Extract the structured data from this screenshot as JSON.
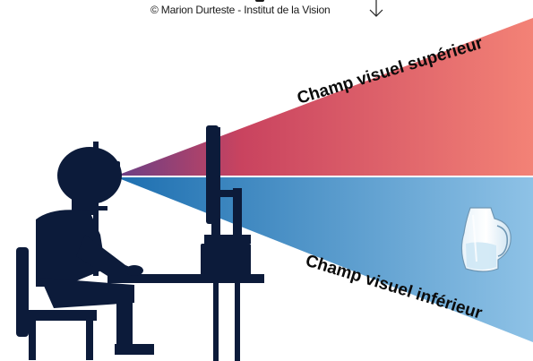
{
  "credit": "© Marion Durteste - Institut de la Vision",
  "labels": {
    "upper_field": "Champ visuel supérieur",
    "lower_field": "Champ visuel inférieur"
  },
  "icons": {
    "arrow": "arrow-down-icon",
    "person": "seated-person-silhouette",
    "monitor": "computer-monitor-icon",
    "pitcher": "water-pitcher-icon"
  },
  "colors": {
    "upper_field_start": "#6a3f86",
    "upper_field_mid": "#c9435f",
    "upper_field_end": "#f38276",
    "lower_field_start": "#1d6fb0",
    "lower_field_end": "#8ec2e6",
    "silhouette": "#0c1b3a"
  }
}
